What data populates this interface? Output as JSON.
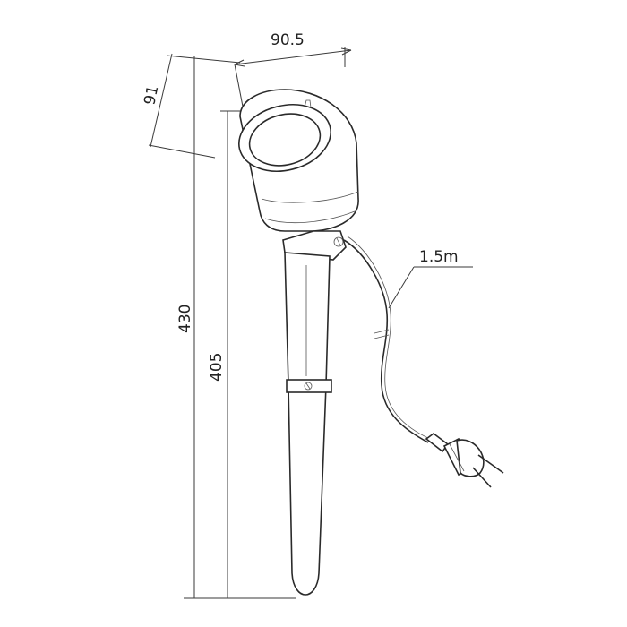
{
  "dimensions": {
    "head_width": "90.5",
    "head_height": "91",
    "total_height": "430",
    "stake_height": "405",
    "cable_length": "1.5m"
  },
  "colors": {
    "line": "#2a2a2a",
    "background": "#ffffff"
  }
}
